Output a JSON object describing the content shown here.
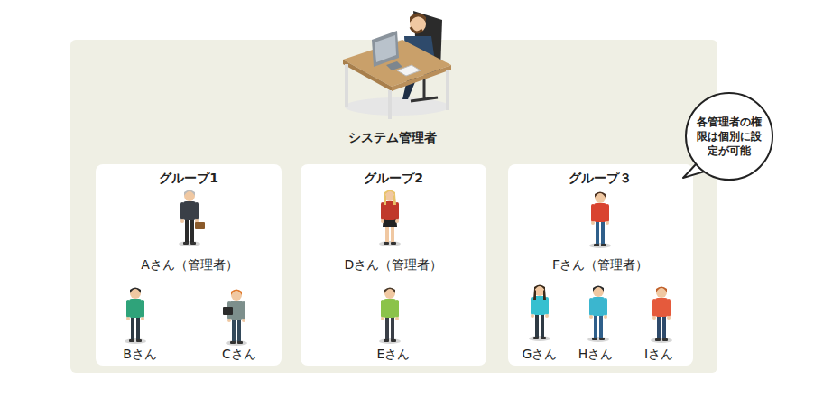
{
  "diagram": {
    "nodes": [
      {
        "text": [
          "システム管理者"
        ]
      },
      {
        "text": [
          "グループ1",
          "Aさん（管理者）",
          "Bさん",
          "Cさん"
        ],
        "in": 0
      },
      {
        "text": [
          "グループ2",
          "Dさん（管理者）",
          "Eさん"
        ],
        "in": 0
      },
      {
        "text": [
          "グループ３",
          "Fさん（管理者）",
          "Gさん",
          "Hさん",
          "Iさん"
        ],
        "in": 0
      },
      {
        "text": [
          "各管理者の権限は個別に設定が可能"
        ]
      }
    ]
  }
}
